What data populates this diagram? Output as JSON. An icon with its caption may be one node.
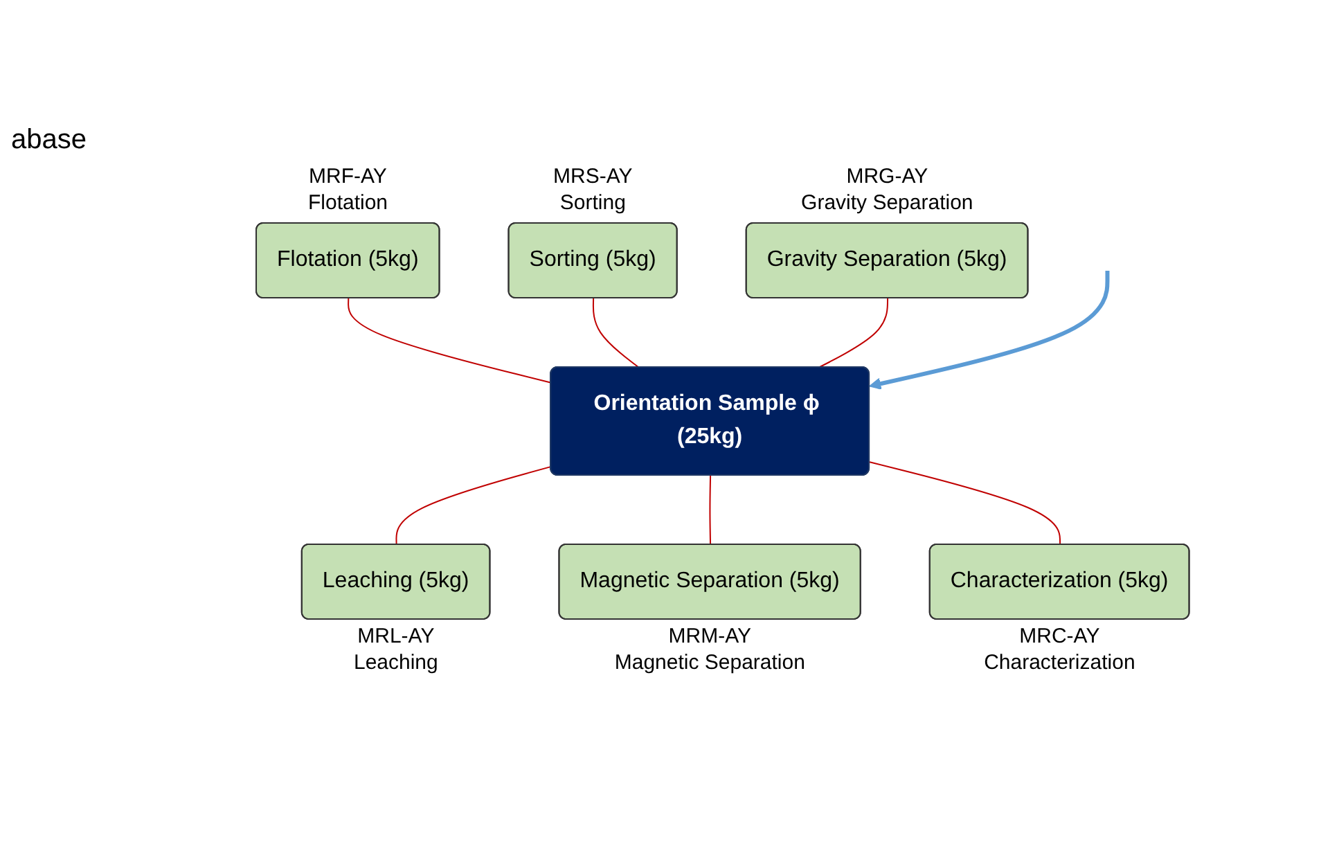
{
  "diagram": {
    "nodes": [
      {
        "text": [
          "Flotation (5kg)"
        ],
        "beside": [
          "MRF-AY",
          "Flotation"
        ]
      },
      {
        "text": [
          "Sorting (5kg)"
        ],
        "beside": [
          "MRS-AY",
          "Sorting"
        ]
      },
      {
        "text": [
          "Gravity Separation (5kg)"
        ],
        "beside": [
          "MRG-AY",
          "Gravity Separation"
        ]
      },
      {
        "text": [
          "Orientation Sample ϕ (25kg)"
        ]
      },
      {
        "text": [
          "Leaching (5kg)"
        ],
        "beside": [
          "MRL-AY",
          "Leaching"
        ]
      },
      {
        "text": [
          "Magnetic Separation (5kg)"
        ],
        "beside": [
          "MRM-AY",
          "Magnetic Separation"
        ]
      },
      {
        "text": [
          "Characterization (5kg)"
        ],
        "beside": [
          "MRC-AY",
          "Characterization"
        ]
      }
    ],
    "edges": [
      {
        "from": 0,
        "to": 3,
        "arrow": "none",
        "color": "#c00000"
      },
      {
        "from": 1,
        "to": 3,
        "arrow": "none",
        "color": "#c00000"
      },
      {
        "from": 2,
        "to": 3,
        "arrow": "none",
        "color": "#c00000"
      },
      {
        "from": 3,
        "to": 4,
        "arrow": "none",
        "color": "#c00000"
      },
      {
        "from": 3,
        "to": 5,
        "arrow": "none",
        "color": "#c00000"
      },
      {
        "from": 3,
        "to": 6,
        "arrow": "none",
        "color": "#c00000"
      },
      {
        "from": null,
        "to": 3,
        "arrow": "to",
        "color": "#5b9bd5",
        "style": "thick"
      }
    ],
    "labels": [
      "abase"
    ]
  }
}
